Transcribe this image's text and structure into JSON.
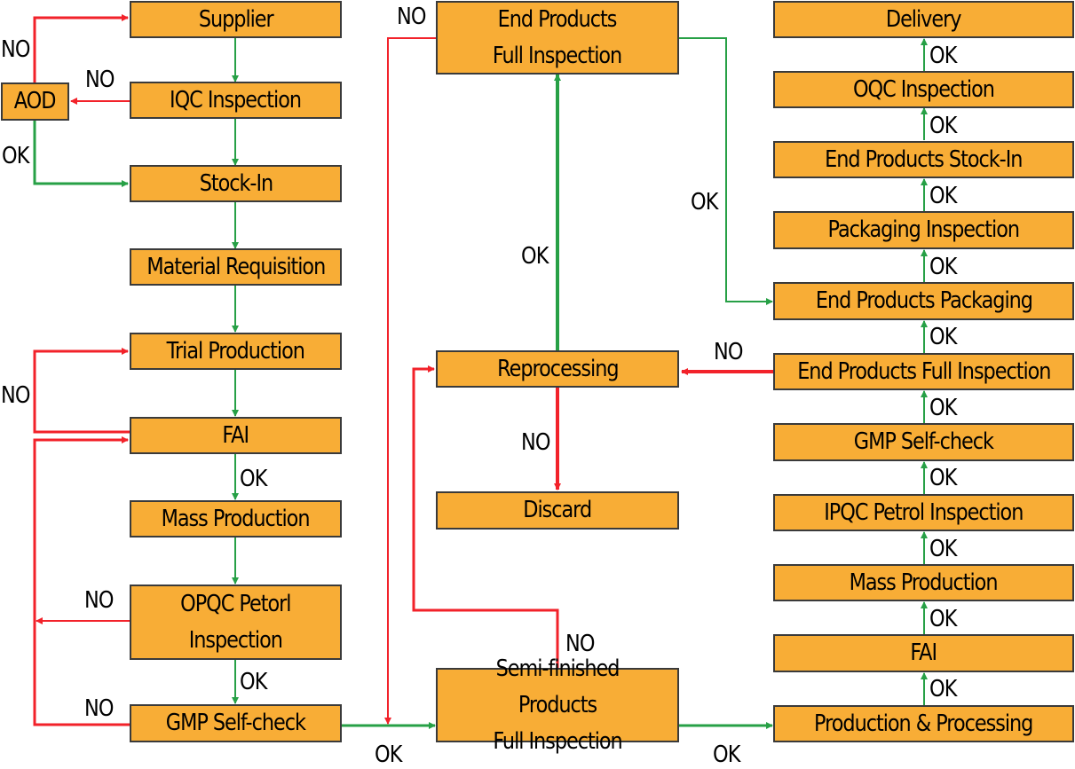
{
  "boxes": {
    "supplier": "Supplier",
    "iqc": "IQC Inspection",
    "aod": "AOD",
    "stock_in": "Stock-In",
    "material_req": "Material Requisition",
    "trial_prod": "Trial Production",
    "fai_left": "FAI",
    "mass_prod_left": "Mass Production",
    "opqc": "OPQC Petorl\nInspection",
    "gmp_left": "GMP Self-check",
    "end_full_top": "End Products\nFull Inspection",
    "reprocessing": "Reprocessing",
    "discard": "Discard",
    "semi_full": "Semi-finished Products\nFull Inspection",
    "delivery": "Delivery",
    "oqc": "OQC Inspection",
    "end_stock_in": "End Products Stock-In",
    "pack_insp": "Packaging Inspection",
    "end_packaging": "End Products Packaging",
    "end_full_right": "End Products Full Inspection",
    "gmp_right": "GMP Self-check",
    "ipqc": "IPQC Petrol Inspection",
    "mass_prod_right": "Mass Production",
    "fai_right": "FAI",
    "prod_processing": "Production & Processing"
  },
  "labels": {
    "ok": "OK",
    "no": "NO"
  },
  "colors": {
    "box_fill": "#f8ad36",
    "box_border": "#3a3a3a",
    "ok_arrow": "#27a046",
    "no_arrow": "#f2222a"
  }
}
